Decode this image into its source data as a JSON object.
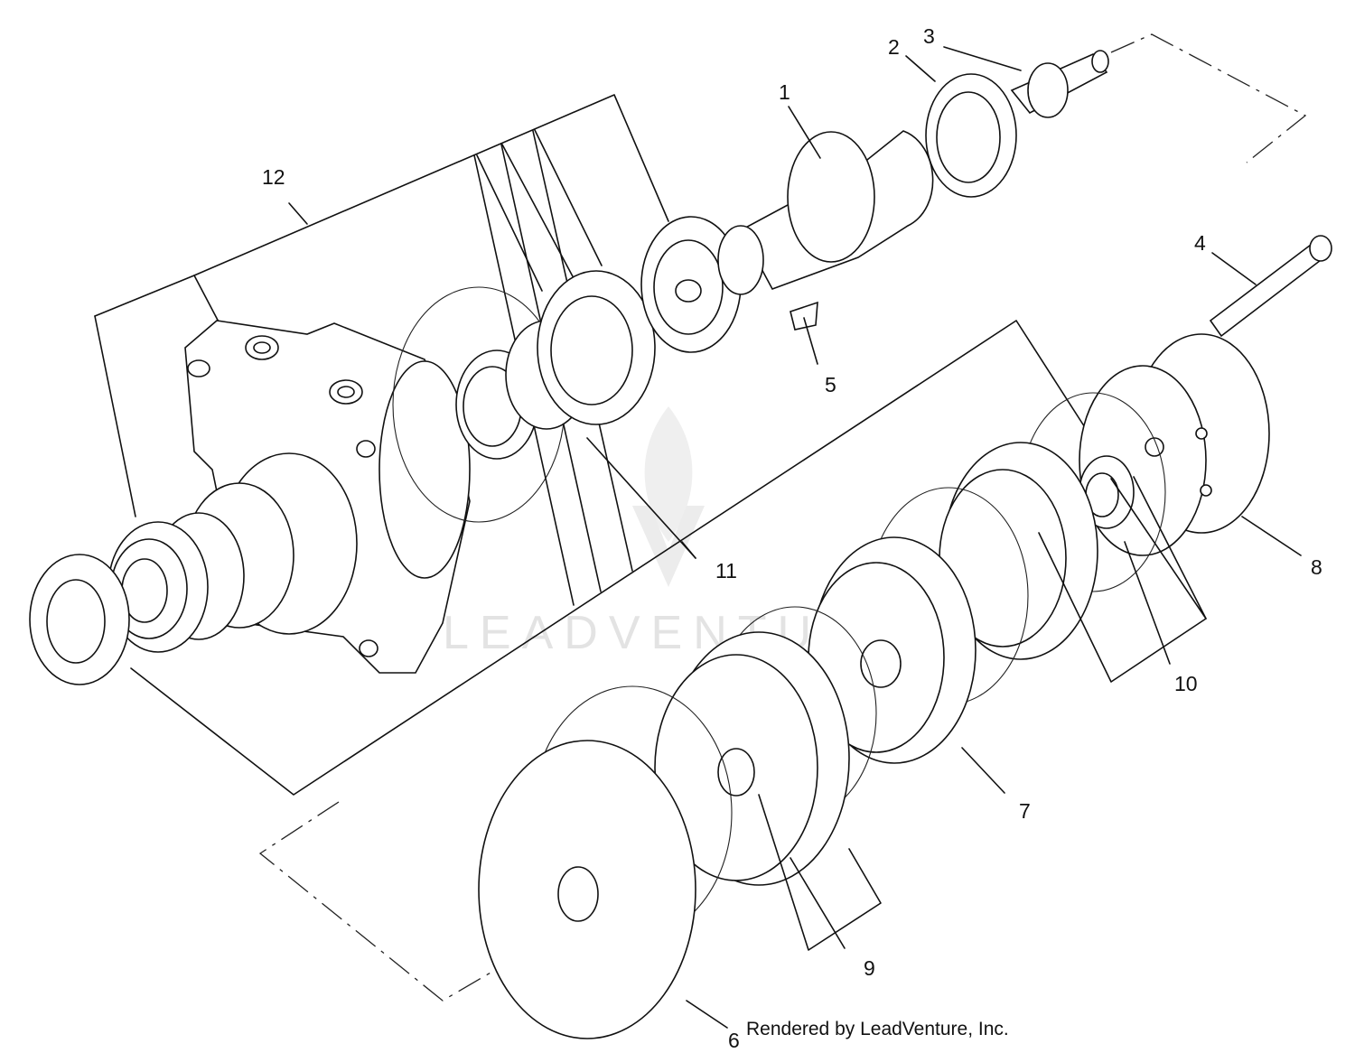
{
  "diagram": {
    "callouts": [
      "1",
      "2",
      "3",
      "4",
      "5",
      "6",
      "7",
      "8",
      "9",
      "10",
      "11",
      "12"
    ],
    "watermark": "LEADVENTURE",
    "credit": "Rendered by LeadVenture, Inc."
  }
}
